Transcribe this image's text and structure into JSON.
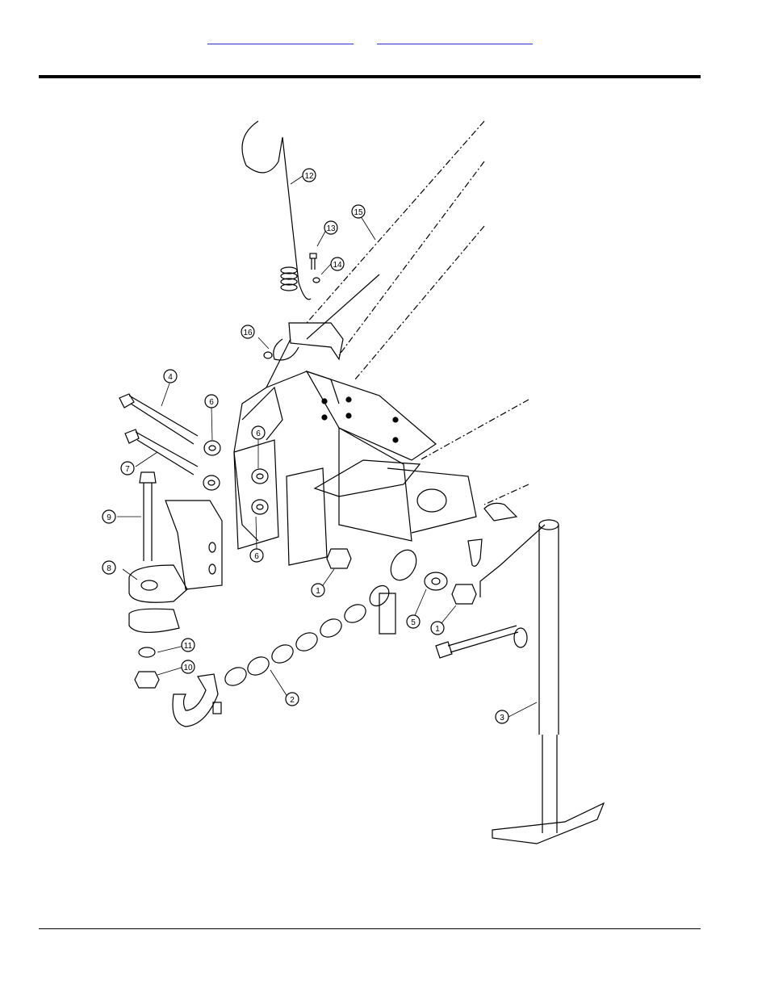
{
  "nav": {
    "links": [
      "",
      ""
    ]
  },
  "callouts": {
    "c1a": "1",
    "c1b": "1",
    "c2": "2",
    "c3": "3",
    "c4": "4",
    "c5": "5",
    "c6a": "6",
    "c6b": "6",
    "c6c": "6",
    "c7": "7",
    "c8": "8",
    "c9": "9",
    "c10": "10",
    "c11": "11",
    "c12": "12",
    "c13": "13",
    "c14": "14",
    "c15": "15",
    "c16": "16"
  }
}
